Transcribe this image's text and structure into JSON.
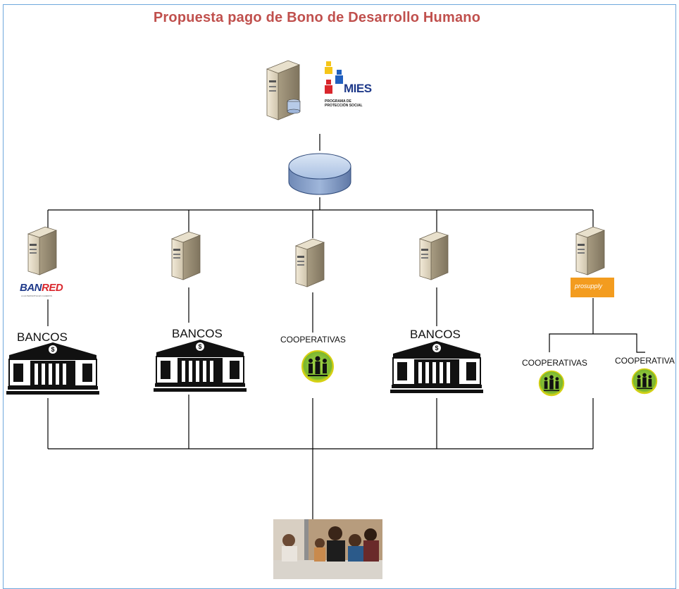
{
  "title": "Propuesta pago de Bono de Desarrollo Humano",
  "mies": {
    "name": "MIES",
    "subtitle_line1": "PROGRAMA DE",
    "subtitle_line2": "PROTECCIÓN SOCIAL"
  },
  "banred": {
    "part1": "BAN",
    "part2": "RED",
    "tagline": "LA ALTERNATIVA EN CAJEROS"
  },
  "prosupply": {
    "label": "prosupply"
  },
  "nodes": [
    {
      "label": "BANCOS"
    },
    {
      "label": "BANCOS"
    },
    {
      "label": "COOPERATIVAS"
    },
    {
      "label": "BANCOS"
    },
    {
      "label": "COOPERATIVAS"
    },
    {
      "label": "COOPERATIVA"
    }
  ],
  "colors": {
    "title": "#c0504d",
    "lines": "#000000",
    "frame": "#6fa8dc",
    "mies_blue": "#1f3a8a",
    "banred_red": "#d9262c",
    "prosupply_orange": "#f39c1f",
    "coop_green": "#8cc63f",
    "coop_yellow": "#f5e60c"
  }
}
